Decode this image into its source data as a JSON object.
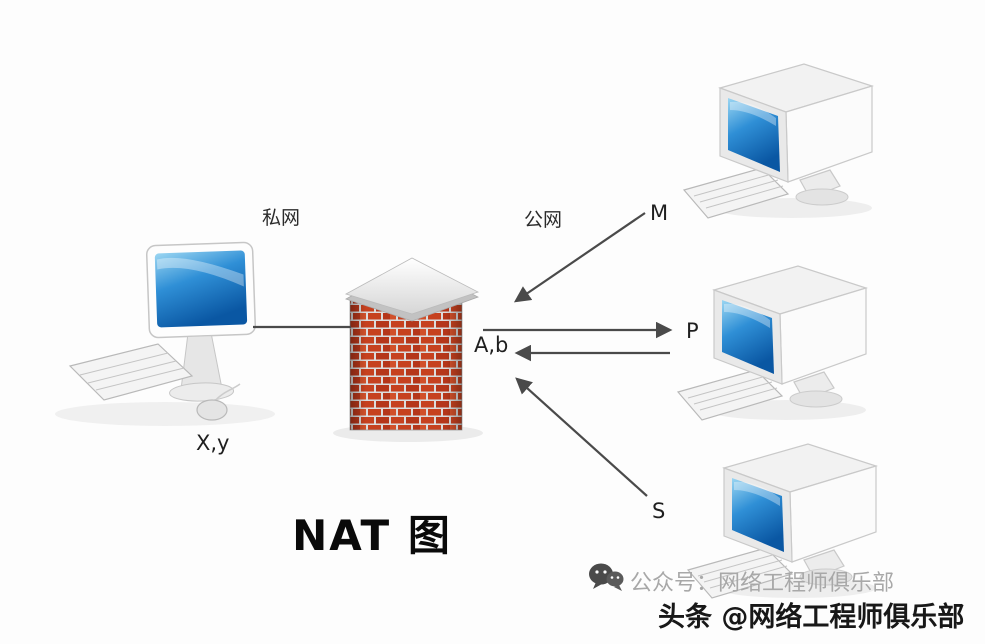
{
  "diagram": {
    "title": "NAT 图",
    "labels": {
      "private_network": "私网",
      "public_network": "公网",
      "left_host_address": "X,y",
      "translated_address": "A,b",
      "remote_host_top": "M",
      "remote_host_middle": "P",
      "remote_host_bottom": "S"
    }
  },
  "footer": {
    "watermark": "公众号：网络工程师俱乐部",
    "byline": "头条 @网络工程师俱乐部"
  },
  "colors": {
    "brick_red": "#c03a1e",
    "brick_mortar": "#dcdcdc",
    "screen_blue": "#1f7fd0",
    "arrow_gray": "#4a4a4a",
    "watermark_gray": "#a8a8a8",
    "byline_dark": "#181818"
  }
}
